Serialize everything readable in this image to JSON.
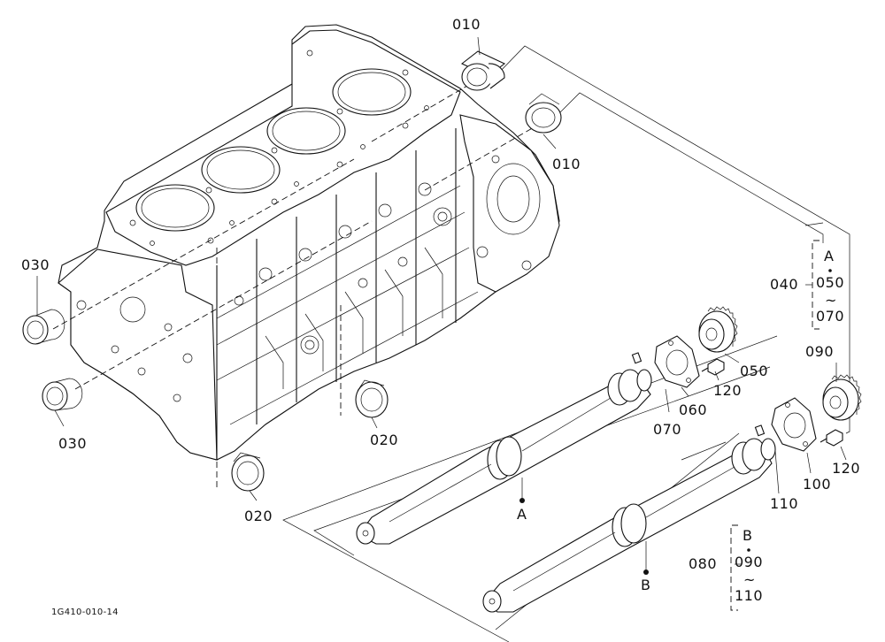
{
  "labels": {
    "p010_top": "010",
    "p010_mid": "010",
    "p030_top": "030",
    "p030_bot": "030",
    "p020_mid": "020",
    "p020_bot": "020",
    "p040": "040",
    "grpA_letter": "A",
    "grpA_start": "050",
    "grpA_end": "070",
    "p050": "050",
    "p120_a": "120",
    "p060": "060",
    "p070": "070",
    "p090": "090",
    "p100": "100",
    "p120_b": "120",
    "p110": "110",
    "shaftA": "A",
    "shaftB": "B",
    "p080": "080",
    "grpB_letter": "B",
    "grpB_start": "090",
    "grpB_end": "110",
    "drawing_id": "1G410-010-14"
  },
  "symbols": {
    "range_tilde": "~"
  }
}
